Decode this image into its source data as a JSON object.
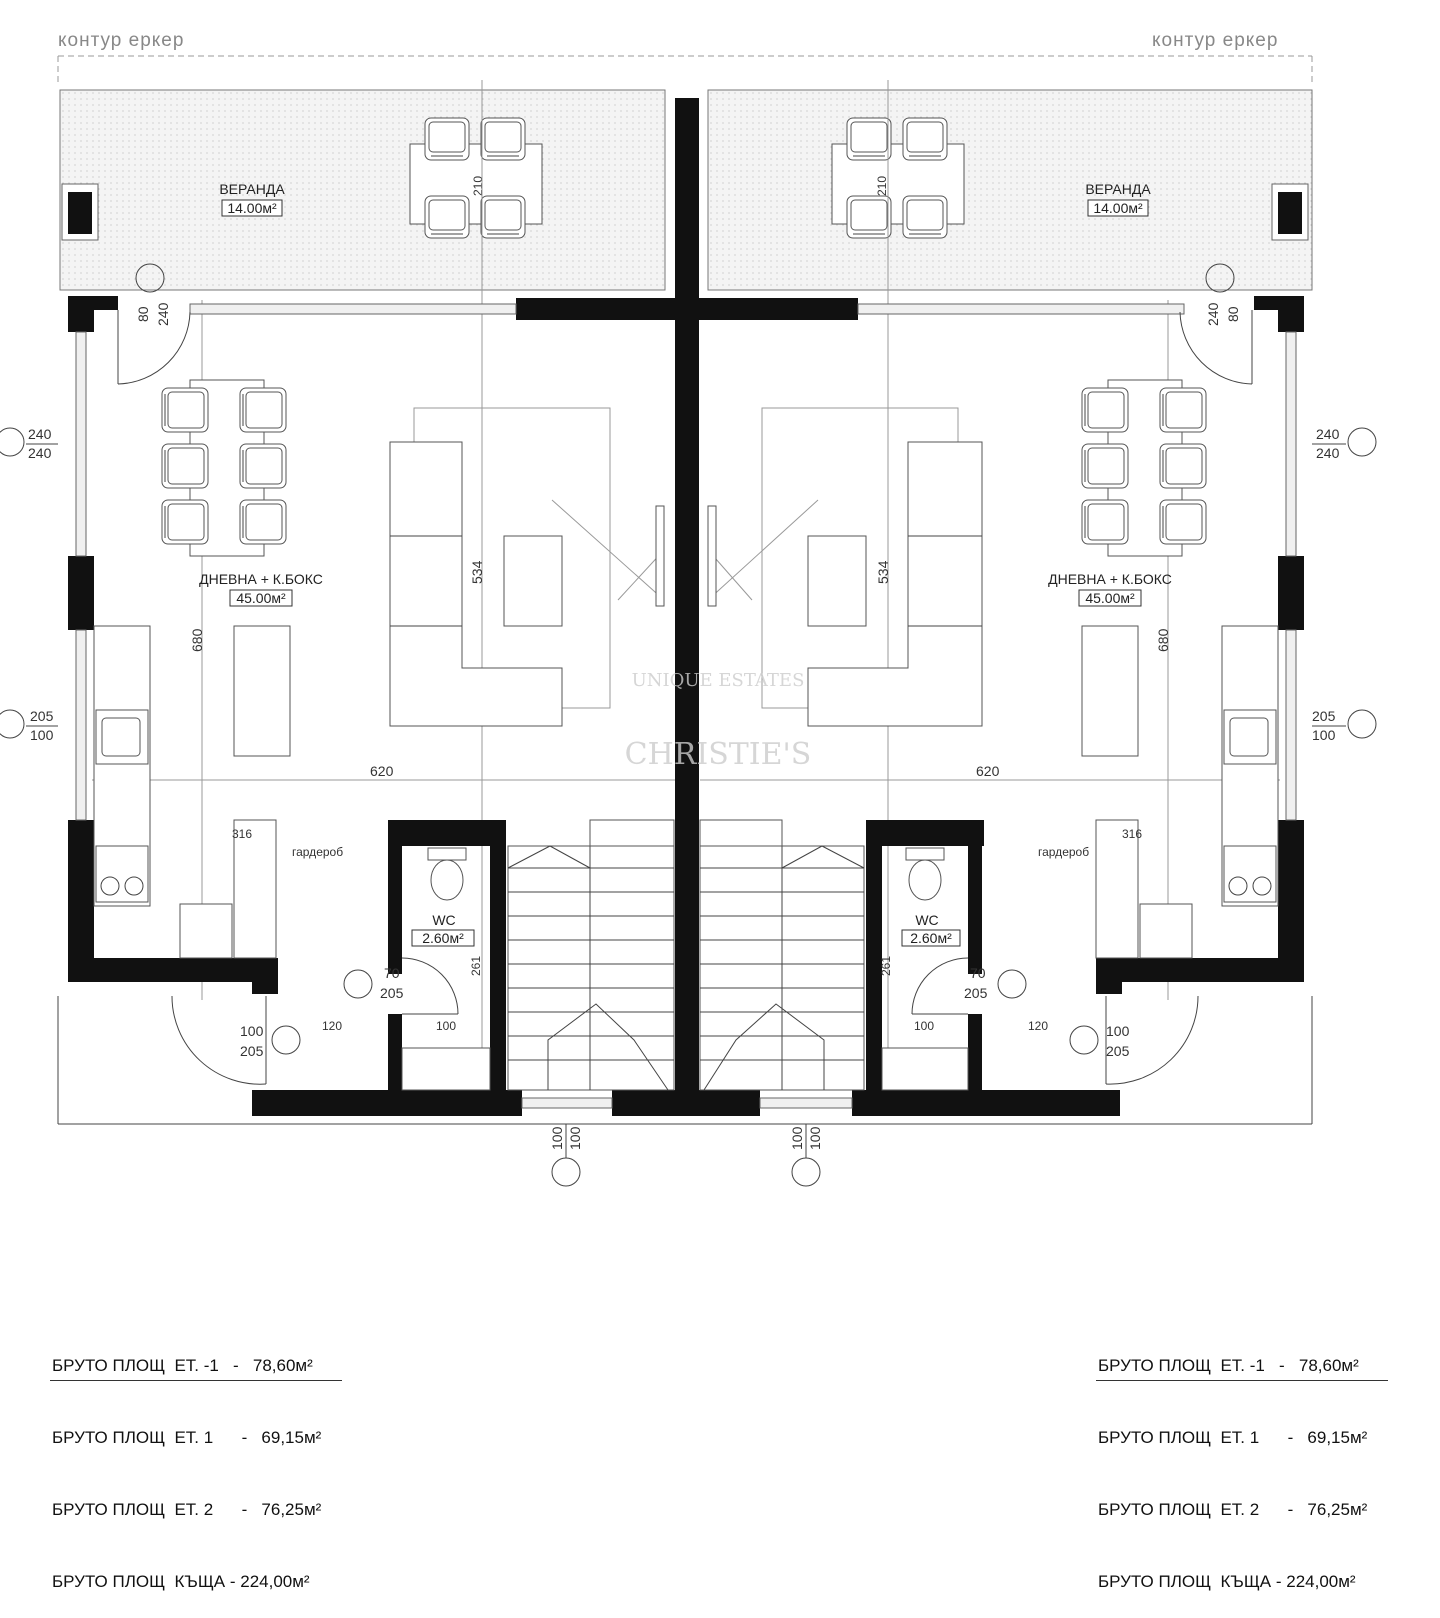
{
  "header": {
    "contour_left": "контур еркер",
    "contour_right": "контур еркер"
  },
  "rooms": {
    "veranda_left": {
      "name": "ВЕРАНДА",
      "area": "14.00м²"
    },
    "veranda_right": {
      "name": "ВЕРАНДА",
      "area": "14.00м²"
    },
    "living_left": {
      "name": "ДНЕВНА + К.БОКС",
      "area": "45.00м²"
    },
    "living_right": {
      "name": "ДНЕВНА + К.БОКС",
      "area": "45.00м²"
    },
    "wc_left": {
      "name": "WC",
      "area": "2.60м²"
    },
    "wc_right": {
      "name": "WC",
      "area": "2.60м²"
    },
    "wardrobe_left": "гардероб",
    "wardrobe_right": "гардероб"
  },
  "dimensions": {
    "table_210": "210",
    "door_80": "80",
    "door_240": "240",
    "win_240": "240",
    "win_205": "205",
    "win_100": "100",
    "depth_680": "680",
    "sofa_534": "534",
    "width_620": "620",
    "d_316": "316",
    "d_70": "70",
    "d_205": "205",
    "d_261": "261",
    "d_120": "120",
    "d_100": "100"
  },
  "watermark": {
    "line1": "UNIQUE ESTATES",
    "line2": "CHRISTIE'S"
  },
  "summary_left": [
    {
      "label": "БРУТО ПЛОЩ  ЕТ. -1",
      "sep": "-",
      "value": "78,60м²"
    },
    {
      "label": "БРУТО ПЛОЩ  ЕТ. 1",
      "sep": "-",
      "value": "69,15м²"
    },
    {
      "label": "БРУТО ПЛОЩ  ЕТ. 2",
      "sep": "-",
      "value": "76,25м²"
    },
    {
      "label": "БРУТО ПЛОЩ  КЪЩА",
      "sep": "-",
      "value": "224,00м²"
    }
  ],
  "summary_right": [
    {
      "label": "БРУТО ПЛОЩ  ЕТ. -1",
      "sep": "-",
      "value": "78,60м²"
    },
    {
      "label": "БРУТО ПЛОЩ  ЕТ. 1",
      "sep": "-",
      "value": "69,15м²"
    },
    {
      "label": "БРУТО ПЛОЩ  ЕТ. 2",
      "sep": "-",
      "value": "76,25м²"
    },
    {
      "label": "БРУТО ПЛОЩ  КЪЩА",
      "sep": "-",
      "value": "224,00м²"
    }
  ]
}
